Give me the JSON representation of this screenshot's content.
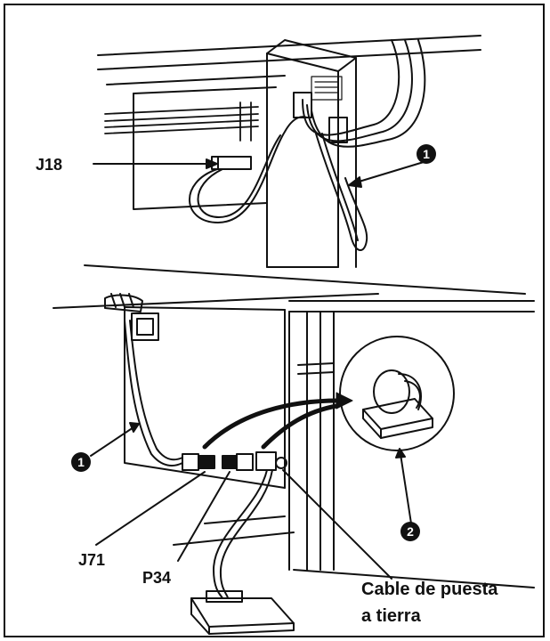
{
  "labels": {
    "j18": "J18",
    "j71": "J71",
    "p34": "P34",
    "ground_line1": "Cable de puesta",
    "ground_line2": "a tierra"
  },
  "markers": {
    "cable_top": "1",
    "cable_bottom": "1",
    "clamp": "2"
  },
  "colors": {
    "ink": "#111111",
    "paper": "#ffffff"
  }
}
